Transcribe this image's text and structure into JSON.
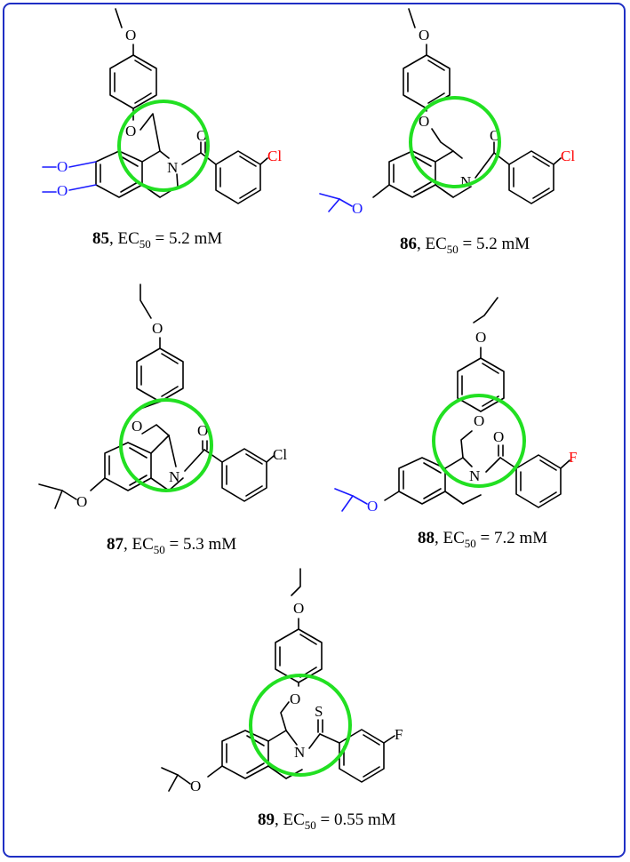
{
  "compounds": [
    {
      "id": "85",
      "label_rest": ", EC",
      "label_sub": "50",
      "label_value": " = 5.2 mM"
    },
    {
      "id": "86",
      "label_rest": ", EC",
      "label_sub": "50",
      "label_value": " = 5.2 mM"
    },
    {
      "id": "87",
      "label_rest": ", EC",
      "label_sub": "50",
      "label_value": " = 5.3 mM"
    },
    {
      "id": "88",
      "label_rest": ", EC",
      "label_sub": "50",
      "label_value": " = 7.2 mM"
    },
    {
      "id": "89",
      "label_rest": ", EC",
      "label_sub": "50",
      "label_value": " = 0.55 mM"
    }
  ],
  "atoms": {
    "O": "O",
    "N": "N",
    "S": "S",
    "Cl": "Cl",
    "F": "F"
  },
  "colors": {
    "frame": "#1f2fc4",
    "highlight": "#22e022",
    "substituent": "#1a1aff",
    "halogen": "#ff0000"
  }
}
